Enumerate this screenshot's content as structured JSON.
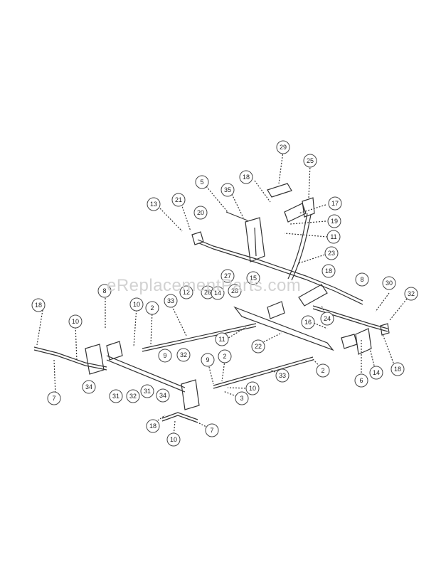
{
  "watermark": "eReplacementParts.com",
  "callouts": [
    "29",
    "25",
    "18",
    "5",
    "35",
    "17",
    "19",
    "11",
    "13",
    "21",
    "20",
    "23",
    "18",
    "8",
    "30",
    "27",
    "15",
    "28",
    "32",
    "8",
    "12",
    "26",
    "14",
    "24",
    "16",
    "22",
    "33",
    "10",
    "2",
    "11",
    "18",
    "10",
    "9",
    "32",
    "9",
    "2",
    "10",
    "3",
    "33",
    "2",
    "6",
    "14",
    "18",
    "7",
    "34",
    "31",
    "32",
    "31",
    "34",
    "18",
    "10",
    "7"
  ]
}
